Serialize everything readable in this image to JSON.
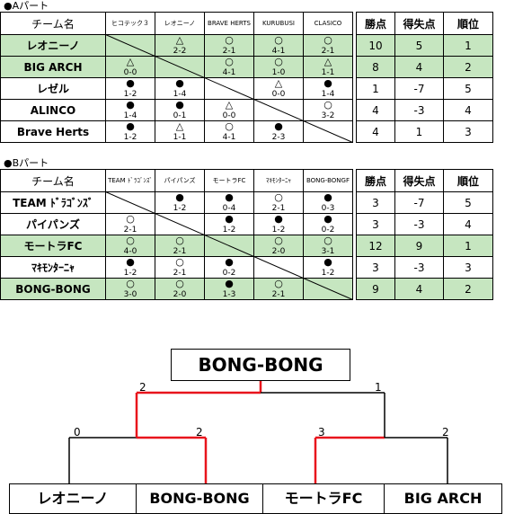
{
  "part_a": {
    "label": "●Aパート",
    "header": {
      "name": "チーム名",
      "teams": [
        "ヒコテック３",
        "レオニーノ",
        "BRAVE HERTS",
        "KURUBUSI",
        "CLASICO"
      ],
      "wins": "勝点",
      "diff": "得失点",
      "rank": "順位"
    },
    "rows": [
      {
        "name": "レオニーノ",
        "green": true,
        "cells": [
          {
            "s": "△",
            "sc": "2-2"
          },
          {
            "s": "○",
            "sc": "2-1"
          },
          {
            "s": "○",
            "sc": "4-1"
          },
          {
            "s": "○",
            "sc": "2-1"
          }
        ],
        "wins": "10",
        "diff": "5",
        "rank": "1"
      },
      {
        "name": "BIG ARCH",
        "green": true,
        "cells": [
          {
            "s": "△",
            "sc": "0-0"
          },
          {
            "s": "○",
            "sc": "4-1"
          },
          {
            "s": "○",
            "sc": "1-0"
          },
          {
            "s": "△",
            "sc": "1-1"
          }
        ],
        "wins": "8",
        "diff": "4",
        "rank": "2"
      },
      {
        "name": "レゼル",
        "green": false,
        "cells": [
          {
            "s": "●",
            "sc": "1-2"
          },
          {
            "s": "●",
            "sc": "1-4"
          },
          {
            "s": "△",
            "sc": "0-0"
          },
          {
            "s": "●",
            "sc": "1-4"
          }
        ],
        "wins": "1",
        "diff": "-7",
        "rank": "5"
      },
      {
        "name": "ALINCO",
        "green": false,
        "cells": [
          {
            "s": "●",
            "sc": "1-4"
          },
          {
            "s": "●",
            "sc": "0-1"
          },
          {
            "s": "△",
            "sc": "0-0"
          },
          {
            "s": "○",
            "sc": "3-2"
          }
        ],
        "wins": "4",
        "diff": "-3",
        "rank": "4"
      },
      {
        "name": "Brave Herts",
        "green": false,
        "cells": [
          {
            "s": "●",
            "sc": "1-2"
          },
          {
            "s": "△",
            "sc": "1-1"
          },
          {
            "s": "○",
            "sc": "4-1"
          },
          {
            "s": "●",
            "sc": "2-3"
          }
        ],
        "wins": "4",
        "diff": "1",
        "rank": "3"
      }
    ]
  },
  "part_b": {
    "label": "●Bパート",
    "header": {
      "name": "チーム名",
      "teams": [
        "TEAM ﾄﾞﾗｺﾞﾝｽﾞ",
        "パイパンズ",
        "モートラFC",
        "ﾏｷﾓﾝﾀｰﾆｬ",
        "BONG-BONGF"
      ],
      "wins": "勝点",
      "diff": "得失点",
      "rank": "順位"
    },
    "rows": [
      {
        "name": "TEAM ﾄﾞﾗｺﾞﾝｽﾞ",
        "green": false,
        "cells": [
          {
            "s": "●",
            "sc": "1-2"
          },
          {
            "s": "●",
            "sc": "0-4"
          },
          {
            "s": "○",
            "sc": "2-1"
          },
          {
            "s": "●",
            "sc": "0-3"
          }
        ],
        "wins": "3",
        "diff": "-7",
        "rank": "5"
      },
      {
        "name": "パイパンズ",
        "green": false,
        "cells": [
          {
            "s": "○",
            "sc": "2-1"
          },
          {
            "s": "●",
            "sc": "1-2"
          },
          {
            "s": "●",
            "sc": "1-2"
          },
          {
            "s": "●",
            "sc": "0-2"
          }
        ],
        "wins": "3",
        "diff": "-3",
        "rank": "4"
      },
      {
        "name": "モートラFC",
        "green": true,
        "cells": [
          {
            "s": "○",
            "sc": "4-0"
          },
          {
            "s": "○",
            "sc": "2-1"
          },
          {
            "s": "○",
            "sc": "2-0"
          },
          {
            "s": "○",
            "sc": "3-1"
          }
        ],
        "wins": "12",
        "diff": "9",
        "rank": "1"
      },
      {
        "name": "ﾏｷﾓﾝﾀｰﾆｬ",
        "green": false,
        "cells": [
          {
            "s": "●",
            "sc": "1-2"
          },
          {
            "s": "○",
            "sc": "2-1"
          },
          {
            "s": "●",
            "sc": "0-2"
          },
          {
            "s": "●",
            "sc": "1-2"
          }
        ],
        "wins": "3",
        "diff": "-3",
        "rank": "3"
      },
      {
        "name": "BONG-BONG",
        "green": true,
        "cells": [
          {
            "s": "○",
            "sc": "3-0"
          },
          {
            "s": "○",
            "sc": "2-0"
          },
          {
            "s": "●",
            "sc": "1-3"
          },
          {
            "s": "○",
            "sc": "2-1"
          }
        ],
        "wins": "9",
        "diff": "4",
        "rank": "2"
      }
    ]
  },
  "tournament": {
    "champion": "BONG-BONG",
    "teams": [
      "レオニーノ",
      "BONG-BONG",
      "モートラFC",
      "BIG ARCH"
    ],
    "semi_scores": [
      "0",
      "2",
      "3",
      "2"
    ],
    "final_scores": [
      "2",
      "1"
    ],
    "win_color": "#e8141c"
  }
}
